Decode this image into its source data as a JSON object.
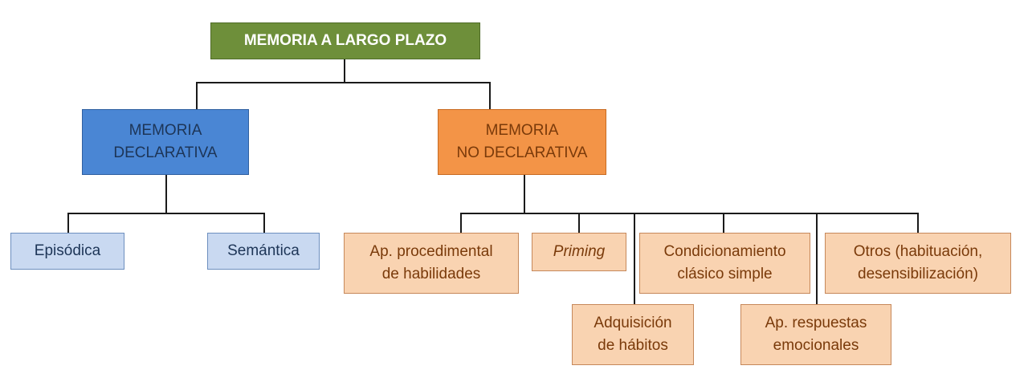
{
  "diagram": {
    "root": {
      "label": "MEMORIA A LARGO PLAZO",
      "color": "#6e8f3a"
    },
    "declarative": {
      "label": "MEMORIA\nDECLARATIVA",
      "color": "#4a86d4",
      "children": [
        {
          "label": "Episódica"
        },
        {
          "label": "Semántica"
        }
      ]
    },
    "non_declarative": {
      "label": "MEMORIA\nNO DECLARATIVA",
      "color": "#f39447",
      "children": [
        {
          "label": "Ap. procedimental\nde habilidades"
        },
        {
          "label": "Priming"
        },
        {
          "label": "Adquisición\nde hábitos"
        },
        {
          "label": "Condicionamiento\nclásico simple"
        },
        {
          "label": "Ap. respuestas\nemocionales"
        },
        {
          "label": "Otros (habituación,\ndesensibilización)"
        }
      ]
    }
  }
}
